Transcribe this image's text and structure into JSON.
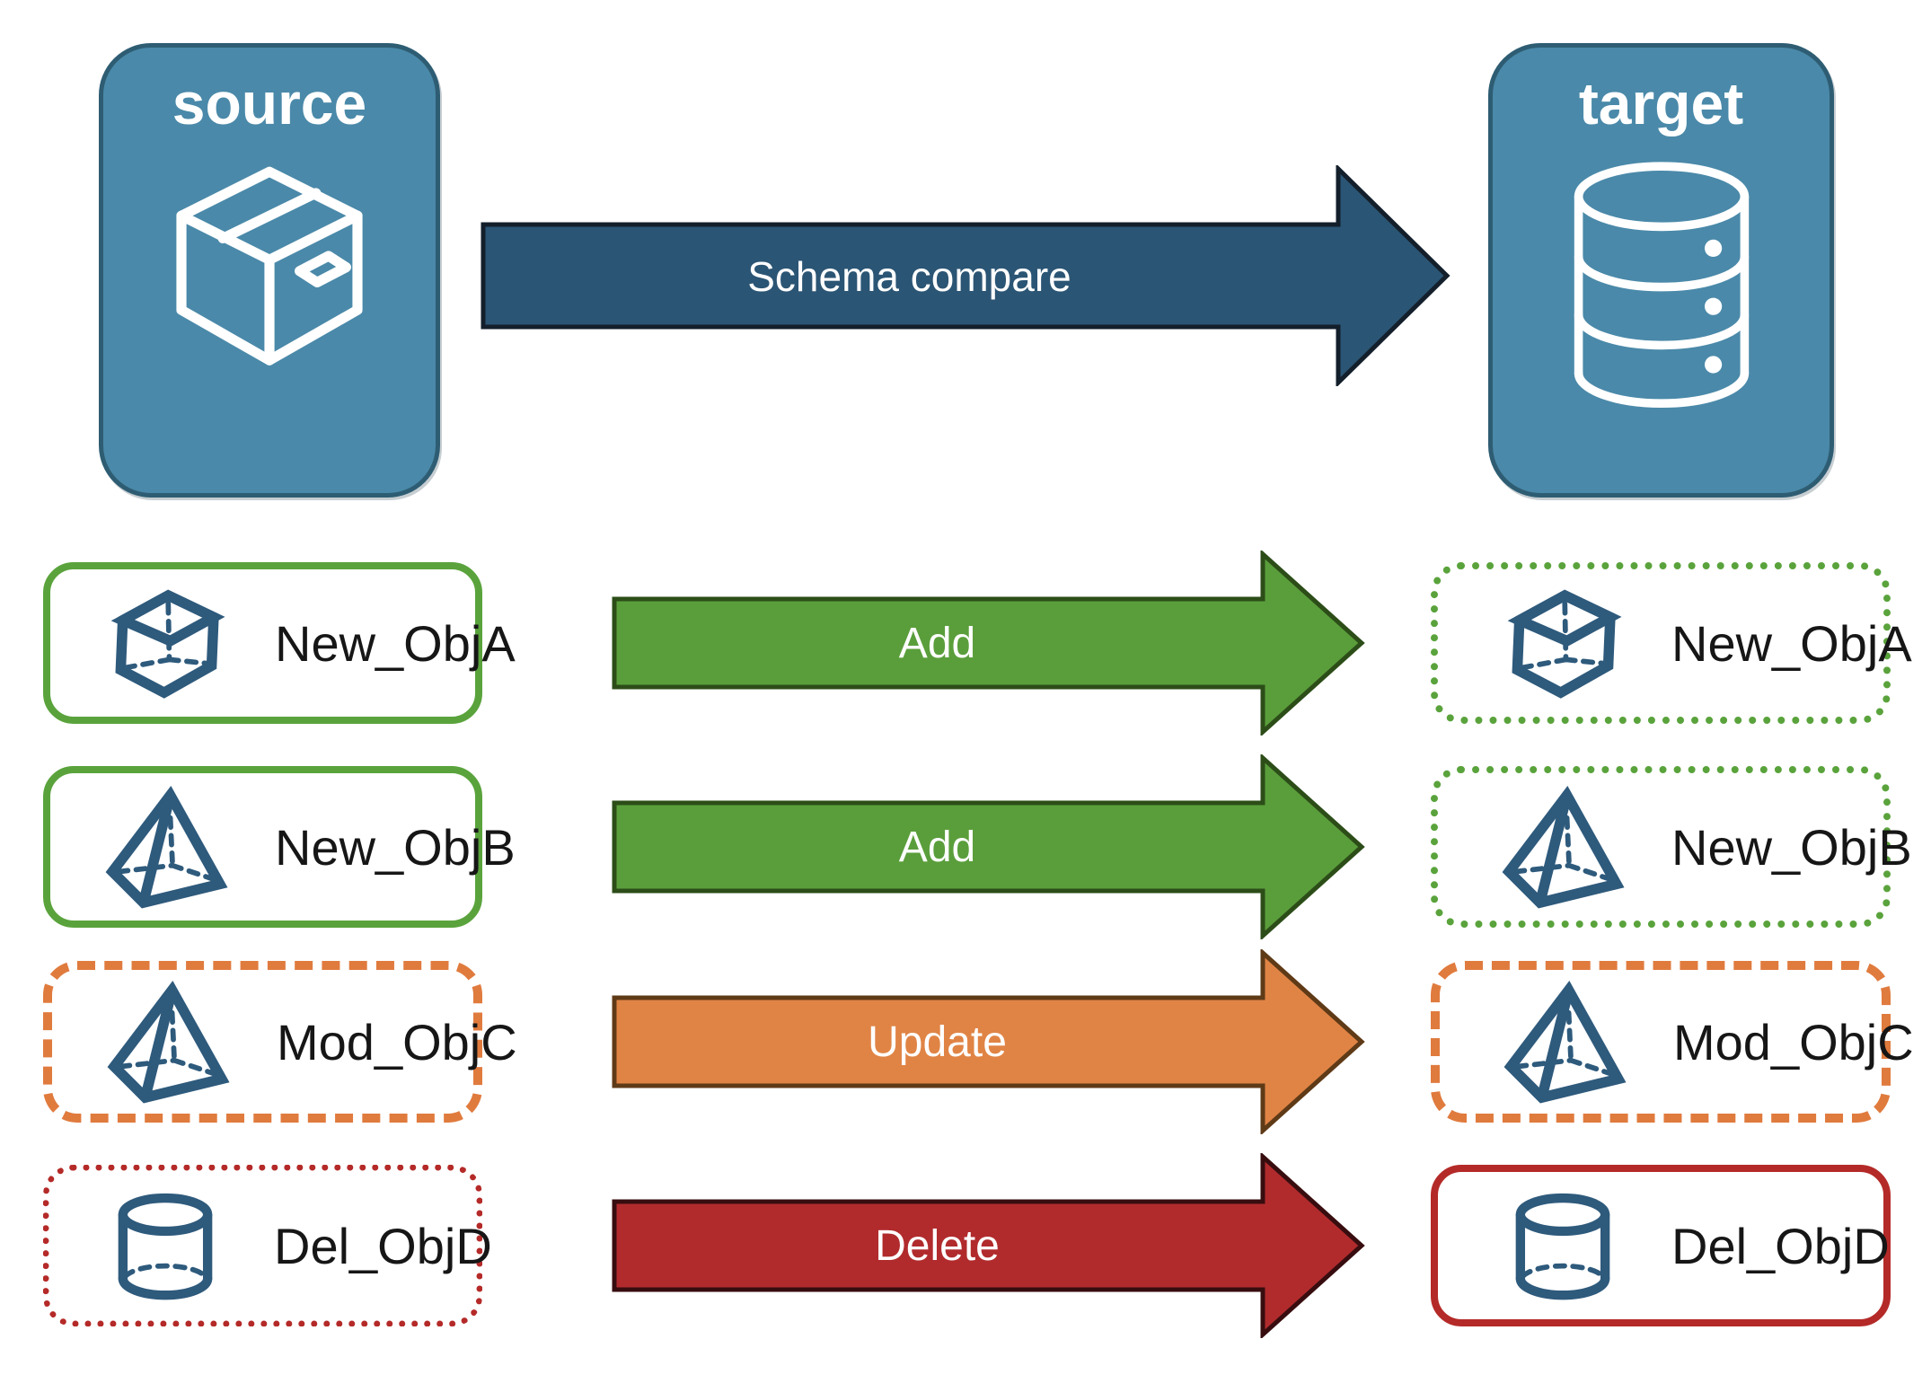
{
  "source_panel": {
    "title": "source"
  },
  "target_panel": {
    "title": "target"
  },
  "compare_arrow": {
    "label": "Schema compare",
    "fill": "#2b5574"
  },
  "rows": [
    {
      "object_name": "New_ObjA",
      "action": "Add",
      "icon": "cube-icon",
      "source_border": "solid green",
      "target_border": "dotted green",
      "arrow_fill": "#5a9e3b"
    },
    {
      "object_name": "New_ObjB",
      "action": "Add",
      "icon": "pyramid-icon",
      "source_border": "solid green",
      "target_border": "dotted green",
      "arrow_fill": "#5a9e3b"
    },
    {
      "object_name": "Mod_ObjC",
      "action": "Update",
      "icon": "pyramid-icon",
      "source_border": "dashed orange",
      "target_border": "dashed orange",
      "arrow_fill": "#e08445"
    },
    {
      "object_name": "Del_ObjD",
      "action": "Delete",
      "icon": "cylinder-icon",
      "source_border": "dotted red",
      "target_border": "solid red",
      "arrow_fill": "#b12b2d"
    }
  ],
  "palette": {
    "panel_fill": "#4a89a9",
    "panel_border": "#2e5d73",
    "icon_blue": "#2e5a7c",
    "green": "#5aa33c",
    "orange": "#e07b3e",
    "red": "#b42a28",
    "dark_navy_arrow": "#2b5574",
    "label_text": "#161616"
  }
}
